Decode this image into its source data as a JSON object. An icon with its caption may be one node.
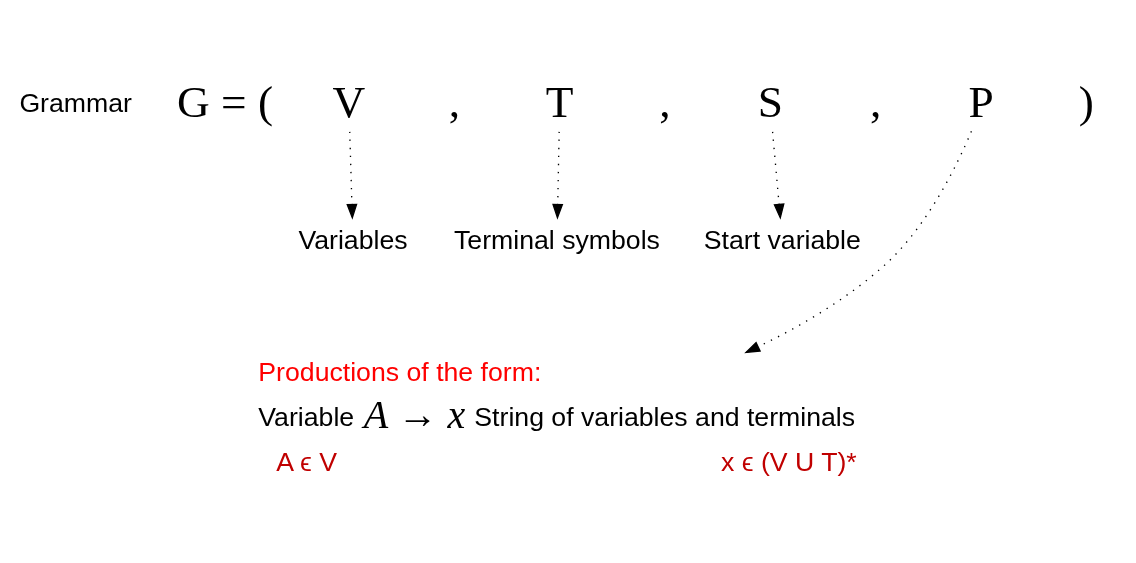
{
  "diagram": {
    "nodes": [
      {
        "text": [
          "V"
        ]
      },
      {
        "text": [
          "T"
        ]
      },
      {
        "text": [
          "S"
        ]
      },
      {
        "text": [
          "P"
        ]
      },
      {
        "text": [
          "Variables"
        ]
      },
      {
        "text": [
          "Terminal symbols"
        ]
      },
      {
        "text": [
          "Start variable"
        ]
      },
      {
        "text": [
          "Productions of the form:",
          "Variable",
          "A → x",
          "String of variables and terminals",
          "A ϵ V",
          "x ϵ (V U T)*"
        ]
      }
    ],
    "edges": [
      {
        "from": 0,
        "to": 4,
        "arrow": "to",
        "style": "dashed"
      },
      {
        "from": 1,
        "to": 5,
        "arrow": "to",
        "style": "dashed"
      },
      {
        "from": 2,
        "to": 6,
        "arrow": "to",
        "style": "dashed"
      },
      {
        "from": 3,
        "to": 7,
        "arrow": "to",
        "style": "dashed"
      }
    ],
    "labels": [
      "Grammar",
      "G = (",
      ",",
      ",",
      ",",
      ")"
    ]
  }
}
